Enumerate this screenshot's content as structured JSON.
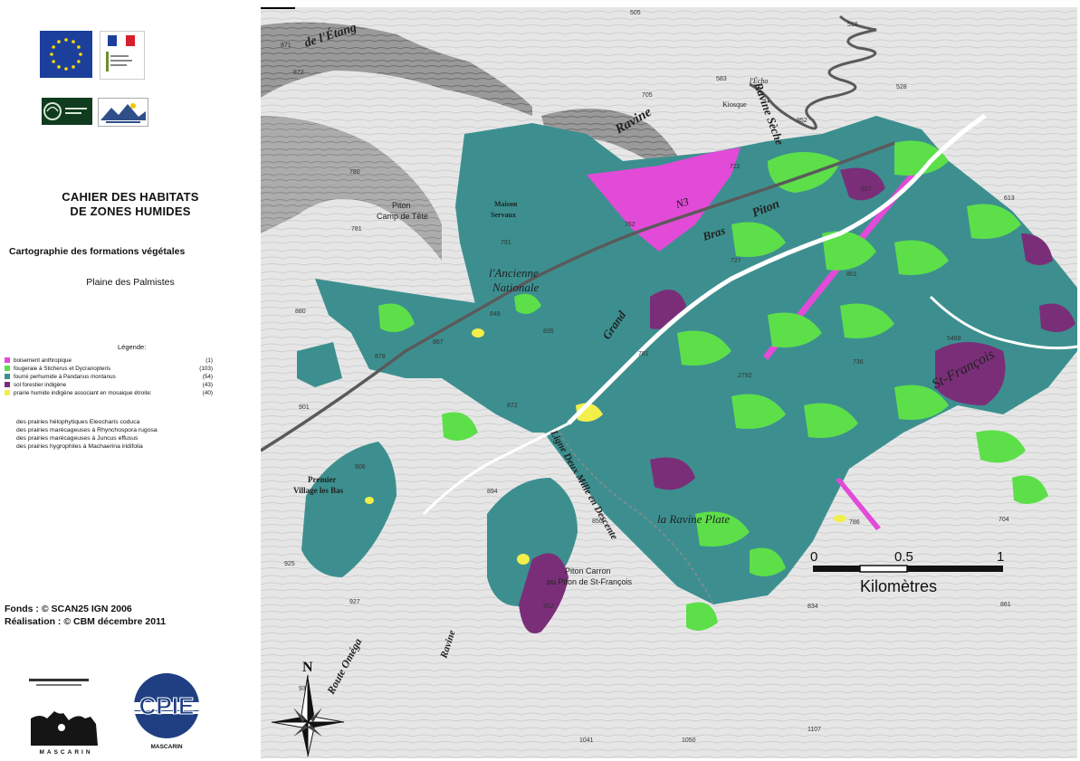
{
  "document": {
    "title_line1": "CAHIER DES HABITATS",
    "title_line2": "DE ZONES HUMIDES",
    "subtitle": "Cartographie des formations végétales",
    "place": "Plaine des Palmistes"
  },
  "legend": {
    "title": "Légende:",
    "items": [
      {
        "label": "boisement anthropique",
        "count": "(1)",
        "color": "#e24ad8"
      },
      {
        "label": "fougeraie à Sticherus et Dycranopteris",
        "count": "(103)",
        "color": "#5ddf4a"
      },
      {
        "label": "fourré perhumide à Pandanus montanus",
        "count": "(54)",
        "color": "#3d8f8f"
      },
      {
        "label": "sol forestier indigène",
        "count": "(43)",
        "color": "#7a2e78"
      },
      {
        "label": "prairie humide indigène associant en mosaique étroite:",
        "count": "(40)",
        "color": "#f2ef4a"
      }
    ],
    "sub_items": [
      "des prairies hélophytiques Eleocharis coduca",
      "des prairies marécageuses à Rhynchospora rugosa",
      "des prairies marécageuses à Juncus effusus",
      "des prairies hygrophiles à Machaerina iridifolia"
    ]
  },
  "credits": {
    "fonds": "Fonds : © SCAN25  IGN 2006",
    "realisation": "Réalisation : © CBM décembre 2011"
  },
  "logos": {
    "left_caption": "MASCARIN",
    "cpie_text": "CPIE",
    "cpie_caption": "MASCARIN"
  },
  "scale_bar": {
    "ticks": [
      "0",
      "0.5",
      "1"
    ],
    "unit": "Kilomètres"
  },
  "north_arrow": {
    "label": "N"
  },
  "map_labels": {
    "etang": "de l'Étang",
    "ravine_seche": "Ravine Sèche",
    "ravine_top": "Ravine",
    "kiosque": "Kiosque",
    "echo": "l'Écho",
    "piton_camp_line1": "Piton",
    "piton_camp_line2": "Camp de Tête",
    "maison_line1": "Maison",
    "maison_line2": "Servaux",
    "n3": "N3",
    "ancienne_line1": "l'Ancienne",
    "ancienne_line2": "Nationale",
    "grand": "Grand",
    "bras": "Bras",
    "piton_river": "Piton",
    "st_francois": "St-François",
    "premier_line1": "Premier",
    "premier_line2": "Village les Bas",
    "ligne": "Ligne Deux Mille en Descente",
    "ravine_plate": "la Ravine Plate",
    "piton_carron_line1": "Piton Carron",
    "piton_carron_line2": "ou Piton de St-François",
    "route_omega": "Route Oméga",
    "ravine_bras": "Ravine",
    "elevations": [
      "871",
      "872",
      "505",
      "518",
      "528",
      "583",
      "705",
      "952",
      "722",
      "627",
      "613",
      "780",
      "781",
      "762",
      "791",
      "727",
      "801",
      "880",
      "848",
      "867",
      "878",
      "835",
      "781",
      "2792",
      "736",
      "5469",
      "901",
      "872",
      "906",
      "894",
      "850",
      "786",
      "704",
      "925",
      "927",
      "834",
      "861",
      "952",
      "939",
      "1041",
      "1050",
      "1107"
    ]
  }
}
